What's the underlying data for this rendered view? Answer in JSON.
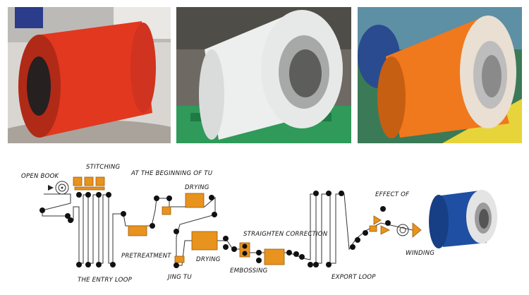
{
  "photos": [
    {
      "name": "red coil",
      "color": "#e2381f"
    },
    {
      "name": "white coil",
      "color": "#ecefee"
    },
    {
      "name": "orange coil",
      "color": "#f0781d"
    }
  ],
  "diagram": {
    "labels": {
      "open_book": "OPEN BOOK",
      "stitching": "STITCHING",
      "beginning": "AT THE BEGINNING OF TU",
      "drying_top": "DRYING",
      "effect": "EFFECT OF",
      "straighten": "STRAIGHTEN CORRECTION",
      "pretreatment": "PRETREATMENT",
      "drying_bottom": "DRYING",
      "winding": "WINDING",
      "jing_tu": "JING TU",
      "embossing": "EMBOSSING",
      "entry_loop": "THE ENTRY LOOP",
      "export_loop": "EXPORT LOOP"
    },
    "colors": {
      "equipment": "#e8931e",
      "rolls": "#111111",
      "strip": "#333333",
      "final_coil": "#1f4fa3"
    }
  }
}
